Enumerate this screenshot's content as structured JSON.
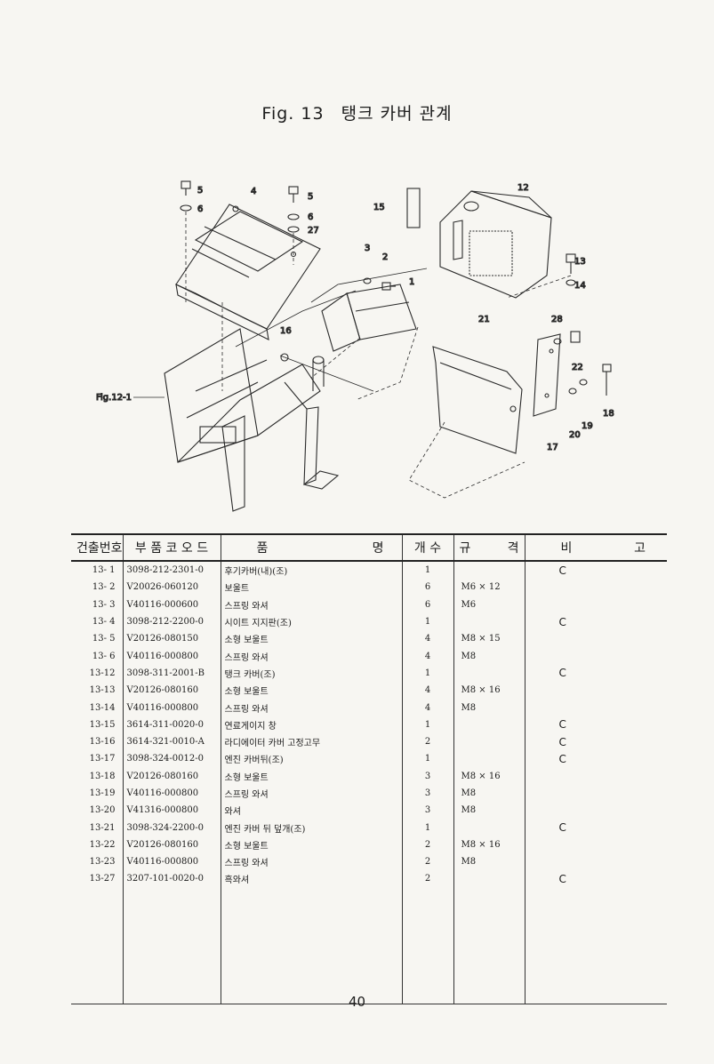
{
  "title": {
    "fig": "Fig. 13",
    "text": "탱크 카버 관계"
  },
  "diagram_labels": {
    "l1": "1",
    "l2": "2",
    "l3": "3",
    "l4": "4",
    "l5a": "5",
    "l5b": "5",
    "l6a": "6",
    "l6b": "6",
    "l27": "27",
    "l12": "12",
    "l13": "13",
    "l14": "14",
    "l15": "15",
    "l16": "16",
    "l17": "17",
    "l18": "18",
    "l19": "19",
    "l20": "20",
    "l21": "21",
    "l22": "22",
    "l28": "28",
    "fig12": "Fig.12-1"
  },
  "table": {
    "headers": {
      "no": "건출번호",
      "code": "부 품 코 오 드",
      "name_a": "품",
      "name_b": "명",
      "qty": "개 수",
      "spec_a": "규",
      "spec_b": "격",
      "remark_a": "비",
      "remark_b": "고"
    },
    "rows": [
      {
        "no": "13- 1",
        "code": "3098-212-2301-0",
        "name": "후기카버(내)(조)",
        "qty": "1",
        "spec": "",
        "remark": "C"
      },
      {
        "no": "13- 2",
        "code": "V20026-060120",
        "name": "보울트",
        "qty": "6",
        "spec": "M6 × 12",
        "remark": ""
      },
      {
        "no": "13- 3",
        "code": "V40116-000600",
        "name": "스프링 와셔",
        "qty": "6",
        "spec": "M6",
        "remark": ""
      },
      {
        "no": "13- 4",
        "code": "3098-212-2200-0",
        "name": "시이트 지지판(조)",
        "qty": "1",
        "spec": "",
        "remark": "C"
      },
      {
        "no": "13- 5",
        "code": "V20126-080150",
        "name": "소형 보울트",
        "qty": "4",
        "spec": "M8 × 15",
        "remark": ""
      },
      {
        "no": "13- 6",
        "code": "V40116-000800",
        "name": "스프링 와셔",
        "qty": "4",
        "spec": "M8",
        "remark": ""
      },
      {
        "no": "13-12",
        "code": "3098-311-2001-B",
        "name": "탱크 카버(조)",
        "qty": "1",
        "spec": "",
        "remark": "C"
      },
      {
        "no": "13-13",
        "code": "V20126-080160",
        "name": "소형 보울트",
        "qty": "4",
        "spec": "M8 × 16",
        "remark": ""
      },
      {
        "no": "13-14",
        "code": "V40116-000800",
        "name": "스프링 와셔",
        "qty": "4",
        "spec": "M8",
        "remark": ""
      },
      {
        "no": "13-15",
        "code": "3614-311-0020-0",
        "name": "연료게이지 창",
        "qty": "1",
        "spec": "",
        "remark": "C"
      },
      {
        "no": "13-16",
        "code": "3614-321-0010-A",
        "name": "라디에이터 카버 고정고무",
        "qty": "2",
        "spec": "",
        "remark": "C"
      },
      {
        "no": "13-17",
        "code": "3098-324-0012-0",
        "name": "엔진 카버뒤(조)",
        "qty": "1",
        "spec": "",
        "remark": "C"
      },
      {
        "no": "13-18",
        "code": "V20126-080160",
        "name": "소형 보울트",
        "qty": "3",
        "spec": "M8 × 16",
        "remark": ""
      },
      {
        "no": "13-19",
        "code": "V40116-000800",
        "name": "스프링 와셔",
        "qty": "3",
        "spec": "M8",
        "remark": ""
      },
      {
        "no": "13-20",
        "code": "V41316-000800",
        "name": "와셔",
        "qty": "3",
        "spec": "M8",
        "remark": ""
      },
      {
        "no": "13-21",
        "code": "3098-324-2200-0",
        "name": "엔진 카버 뒤 덮개(조)",
        "qty": "1",
        "spec": "",
        "remark": "C"
      },
      {
        "no": "13-22",
        "code": "V20126-080160",
        "name": "소형 보울트",
        "qty": "2",
        "spec": "M8 × 16",
        "remark": ""
      },
      {
        "no": "13-23",
        "code": "V40116-000800",
        "name": "스프링 와셔",
        "qty": "2",
        "spec": "M8",
        "remark": ""
      },
      {
        "no": "13-27",
        "code": "3207-101-0020-0",
        "name": "흑와셔",
        "qty": "2",
        "spec": "",
        "remark": "C"
      }
    ]
  },
  "page_number": "40"
}
